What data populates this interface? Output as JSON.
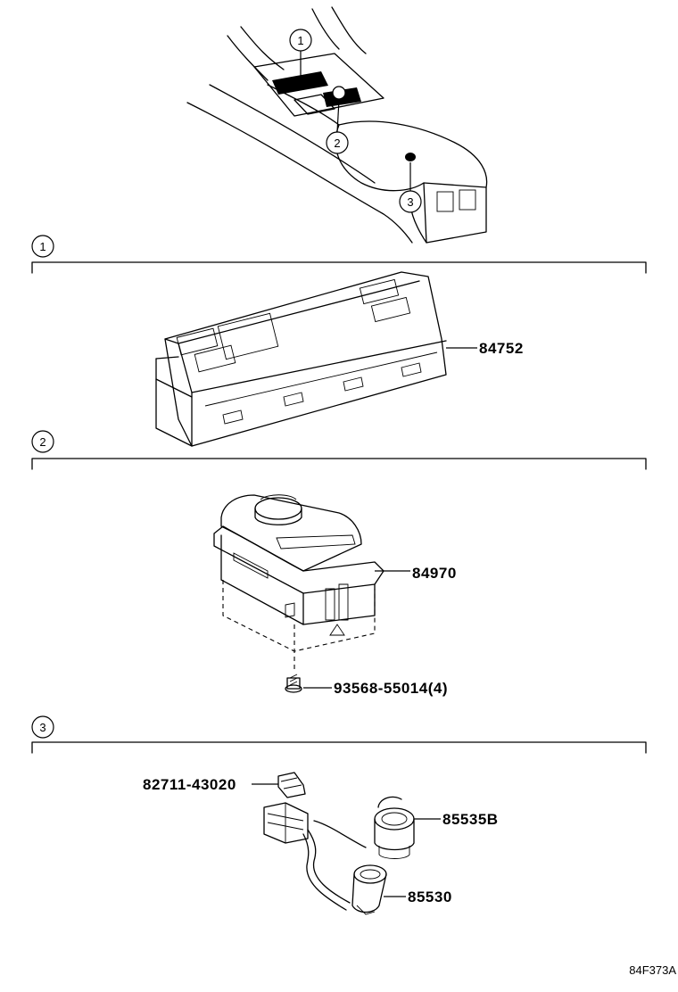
{
  "callouts": {
    "overview": [
      "1",
      "2",
      "3"
    ],
    "section_1": "1",
    "section_2": "2",
    "section_3": "3"
  },
  "parts": {
    "p84752": "84752",
    "p84970": "84970",
    "p93568": "93568-55014(4)",
    "p82711": "82711-43020",
    "p85535b": "85535B",
    "p85530": "85530"
  },
  "figure_code": "84F373A"
}
